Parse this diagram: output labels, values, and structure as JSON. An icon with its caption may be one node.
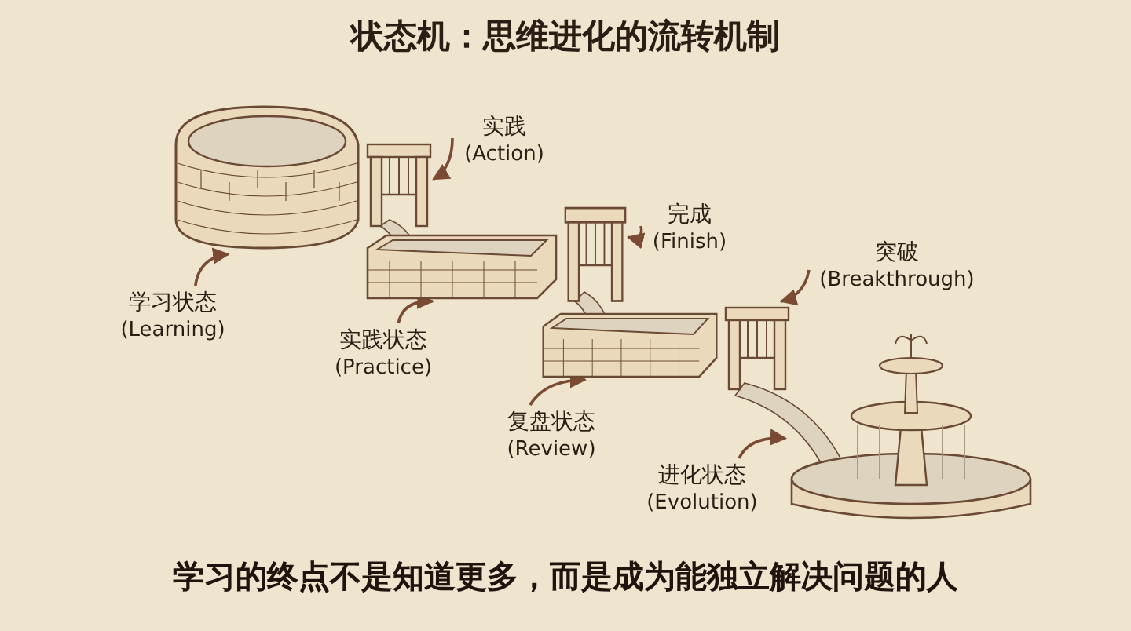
{
  "diagram": {
    "title": "状态机：思维进化的流转机制",
    "nodes": [
      {
        "text": [],
        "shape": "picture"
      },
      {
        "text": [],
        "shape": "picture"
      },
      {
        "text": [],
        "shape": "picture"
      },
      {
        "text": [],
        "shape": "picture"
      },
      {
        "text": [],
        "shape": "picture"
      },
      {
        "text": [],
        "shape": "picture"
      },
      {
        "text": [],
        "shape": "picture"
      },
      {
        "text": [
          "学习状态",
          "(Learning)"
        ]
      },
      {
        "text": [
          "实践",
          "(Action)"
        ]
      },
      {
        "text": [
          "实践状态",
          "(Practice)"
        ]
      },
      {
        "text": [
          "完成",
          "(Finish)"
        ]
      },
      {
        "text": [
          "复盘状态",
          "(Review)"
        ]
      },
      {
        "text": [
          "突破",
          "(Breakthrough)"
        ]
      },
      {
        "text": [
          "进化状态",
          "(Evolution)"
        ]
      }
    ],
    "edges": [
      {
        "from": 7,
        "to": 0,
        "arrow": "to"
      },
      {
        "from": 8,
        "to": 1,
        "arrow": "to"
      },
      {
        "from": 9,
        "to": 2,
        "arrow": "to"
      },
      {
        "from": 10,
        "to": 3,
        "arrow": "to"
      },
      {
        "from": 11,
        "to": 4,
        "arrow": "to"
      },
      {
        "from": 12,
        "to": 5,
        "arrow": "to"
      },
      {
        "from": 13,
        "to": 6,
        "arrow": "to"
      }
    ],
    "labels": [
      "学习的终点不是知道更多，而是成为能独立解决问题的人"
    ]
  }
}
